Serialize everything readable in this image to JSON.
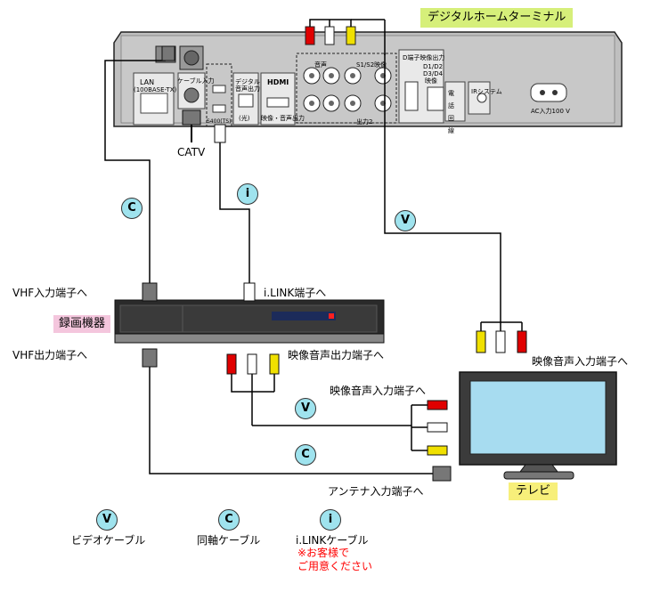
{
  "title": "デジタルホームターミナル",
  "labels": {
    "catv": "CATV",
    "vhf_in": "VHF入力端子へ",
    "vhf_out": "VHF出力端子へ",
    "ilink_to": "i.LINK端子へ",
    "av_out": "映像音声出力端子へ",
    "av_in_recorder_side": "映像音声入力端子へ",
    "av_in_tv": "映像音声入力端子へ",
    "antenna_in": "アンテナ入力端子へ",
    "recorder": "録画機器",
    "tv": "テレビ"
  },
  "panel_labels": {
    "lan": "LAN",
    "lan_sub": "(100BASE-TX)",
    "cable_in": "ケーブル入力",
    "digital_audio": "デジタル",
    "digital_audio2": "音声出力",
    "optical": "(光)",
    "hdmi": "HDMI",
    "hdmi_sub": "映像・音声出力",
    "audio": "音声",
    "s1s2": "S1/S2映像",
    "d_terminal": "D端子映像出力",
    "d_sub1": "D1/D2",
    "d_sub2": "D3/D4",
    "d_sub3": "映像",
    "phone": "電話回線",
    "ir": "IRシステム",
    "ac": "AC入力100 V",
    "s400": "S400(TS)",
    "out": "出力2"
  },
  "badges": {
    "v": "V",
    "c": "C",
    "i": "i"
  },
  "legend": [
    {
      "badge": "V",
      "text": "ビデオケーブル"
    },
    {
      "badge": "C",
      "text": "同軸ケーブル"
    },
    {
      "badge": "i",
      "text": "i.LINKケーブル"
    }
  ],
  "note": [
    "※お客様で",
    "ご用意ください"
  ],
  "colors": {
    "title_bg": "#d6ef7a",
    "recorder_bg": "#f4c6dd",
    "tv_bg": "#f7ef7a",
    "badge": "#9fe3ee",
    "red_plug": "#e00000",
    "yellow_plug": "#f0e000",
    "white_plug": "#ffffff"
  }
}
